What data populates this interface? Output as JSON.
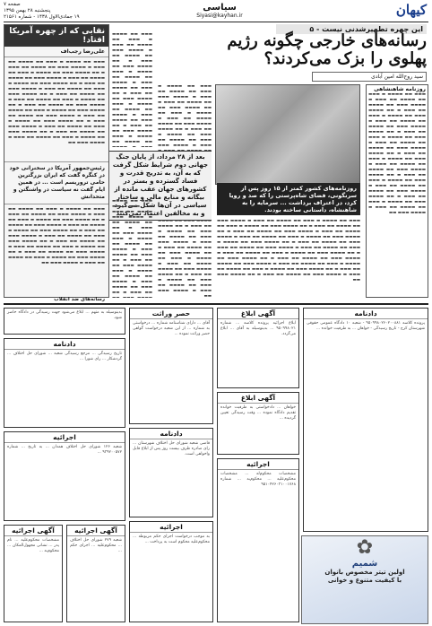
{
  "masthead": {
    "logo": "کیهان",
    "section": "سیاسی",
    "site": "Siyasi@kayhan.ir",
    "page_line1": "صفحه ۷",
    "page_line2": "پنجشنبه ۲۸ بهمن ۱۳۹۵",
    "page_line3": "۱۹ جمادی‌الاول ۱۴۳۸ - شماره ۲۱۵۶۱"
  },
  "lead": {
    "kicker": "این چهره تطهیرشدنی نیست - ۵",
    "headline": "رسانه‌های خارجی چگونه رژیم پهلوی را بزک می‌کردند؟",
    "byline": "سید روح‌الله امین آبادی",
    "photo_caption": "روزنامه‌های کشور کمتر از ۱۵ روز پس از سرنگونی، فضای شاه‌پرستی را که صد و رویا کرد، در اعتراف برداشت ... سرمایه را به شاهنشاه، داستانی ساخته بودند.",
    "pullquote": "بعد از ۲۸ مرداد، از پایان جنگ جهانی دوم شرایط شکل گرفت که به آن، به تدریج قدرت و فساد گسترده و بستر در کشورهای جهان عقب مانده از بیگانه و منابع مالی و ساختار سیاسی در آن‌ها شکل می‌گیرد و به مخالفین اعتماد نمی‌کنند"
  },
  "sidebar": {
    "title": "نقابی که از چهره آمریکا افتاد!",
    "author": "علی‌رضا رجب‌اف",
    "quote": "رئیس‌جمهور آمریکا در سخنرانی خود در کنگره گفت که ایران بزرگترین حامی تروریسم است ... در همین ایام گفت نه سیاست در واشنگتن و متحدانش",
    "footer": "رسانه‌های ضد انقلاب"
  },
  "right_column": {
    "title": "اخبار",
    "item": "روزنامه شاهنشاهی"
  },
  "ads": [
    {
      "title": "دادنامه",
      "body": "پرونده کلاسه ۹۵۰۹۹۸۰۲۶۰۲۰۰۸۸۱ - شعبه ۱۰ دادگاه عمومی حقوقی شهرستان کرج - تاریخ رسیدگی - خواهان ... به طرفیت خوانده ..."
    },
    {
      "title": "آگهی ابلاغ",
      "body": "ابلاغ اجرائیه پرونده کلاسه ... شماره ۹۵۰۹۹۸۰۲۱ ... بدینوسیله به آقای ... ابلاغ می‌گردد."
    },
    {
      "title": "آگهی ابلاغ",
      "body": "خواهان ... دادخواستی به طرفیت خوانده تقدیم دادگاه نموده ... وقت رسیدگی تعیین گردیده ..."
    },
    {
      "title": "حصر وراثت",
      "body": "آقای ... دارای شناسنامه شماره ... درخواستی به شماره ... از این شعبه درخواست گواهی حصر وراثت نموده ..."
    },
    {
      "title": "دادنامه",
      "body": "قاضی شعبه شورای حل اختلاف شهرستان ... رای صادره ظرف بیست روز پس از ابلاغ قابل واخواهی است."
    },
    {
      "title": "اجرائیه",
      "body": "مشخصات محکوم‌له ... مشخصات محکوم‌علیه ... محکوم‌به ... شماره ۹۵۱۰۴۲۶۰۳۱۰۰۱۷۶۸"
    },
    {
      "title": "دادنامه",
      "body": "تاریخ رسیدگی ... مرجع رسیدگی شعبه ... شورای حل اختلاف ... گردشکار ... رای شورا ..."
    },
    {
      "title": "اجرائیه",
      "body": "به موجب درخواست اجرای حکم مربوطه ... محکوم‌علیه محکوم است به پرداخت ..."
    },
    {
      "title": "آگهی ابلاغ",
      "body": "بدینوسیله به متهم ... ابلاغ می‌شود جهت رسیدگی در دادگاه حاضر شود."
    },
    {
      "title": "آگهی اجرائیه",
      "body": "مشخصات محکوم‌علیه ... نام پدر ... نشانی مجهول‌المکان ... محکوم‌به ..."
    },
    {
      "title": "اجرائیه",
      "body": "شعبه ۱۲۶ شورای حل اختلاف همدان ... به تاریخ ... شماره ۹۳۹۲۰۰۵۷۲ ..."
    },
    {
      "title": "آگهی اجرائیه",
      "body": "شعبه ۲۷۹ شورای حل اختلاف ... محکوم‌علیه ... اجرای حکم ..."
    }
  ],
  "promo": {
    "brand": "شمیم",
    "line1": "اولین تیتر مخصوص بانوان",
    "line2": "با کیفیت متنوع و خوانی"
  }
}
